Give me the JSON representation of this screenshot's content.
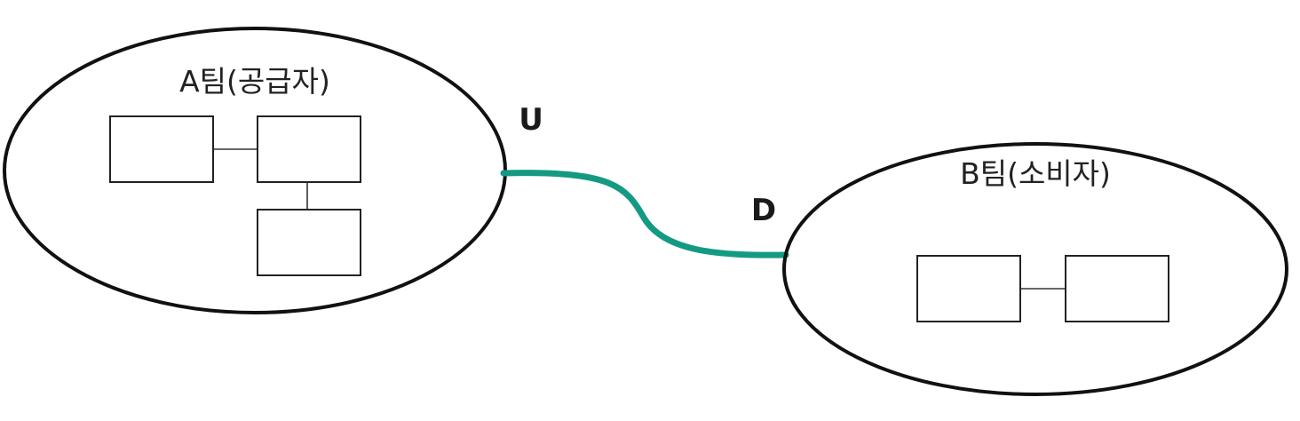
{
  "teams": {
    "supplier": {
      "title": "A팀(공급자)"
    },
    "consumer": {
      "title": "B팀(소비자)"
    }
  },
  "relationship": {
    "upstream_marker": "U",
    "downstream_marker": "D",
    "line_color": "#149a83"
  },
  "colors": {
    "outline": "#111111",
    "text": "#222222"
  }
}
